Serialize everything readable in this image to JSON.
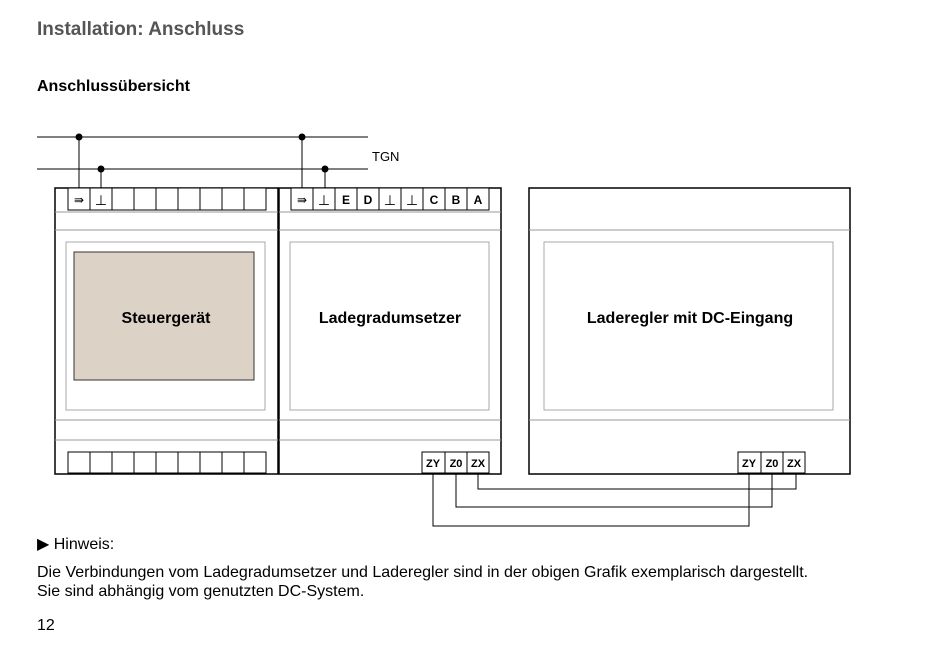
{
  "header": {
    "title": "Installation: Anschluss"
  },
  "section": {
    "title": "Anschlussübersicht"
  },
  "diagram": {
    "bus_label": "TGN",
    "devices": [
      {
        "name": "Steuergerät",
        "fill": "#ddd2c6"
      },
      {
        "name": "Ladegradumsetzer"
      },
      {
        "name": "Laderegler mit DC-Eingang"
      }
    ],
    "terminals_middle_top": [
      "E",
      "D",
      "C",
      "B",
      "A"
    ],
    "terminals_bottom": [
      "ZY",
      "Z0",
      "ZX"
    ]
  },
  "note": {
    "label": "▶ Hinweis:",
    "line1": "Die Verbindungen vom Ladegradumsetzer und Laderegler sind in der obigen Grafik exemplarisch dargestellt.",
    "line2": "Sie sind abhängig vom genutzten DC-System."
  },
  "page": {
    "number": "12"
  }
}
